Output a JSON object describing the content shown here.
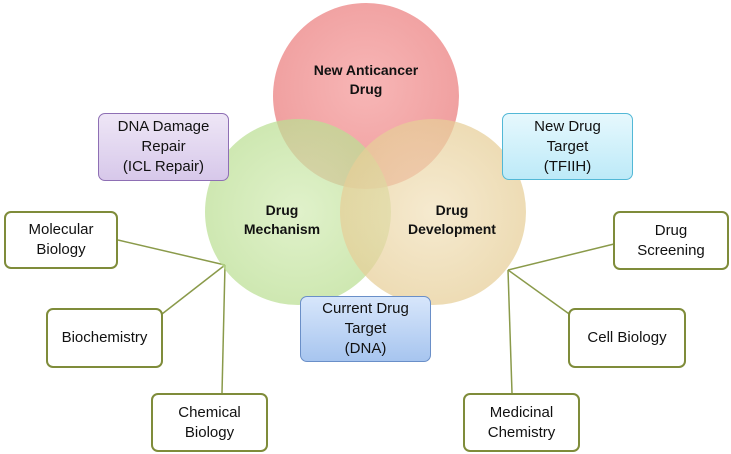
{
  "circles": {
    "top": "New Anticancer\nDrug",
    "left": "Drug\nMechanism",
    "right": "Drug\nDevelopment"
  },
  "colors": {
    "top_circle": "#f08a8a",
    "left_circle": "#b9e08f",
    "right_circle": "#e8cf96",
    "connector": "#8a9a4a"
  },
  "callouts": {
    "dna_damage_repair": "DNA Damage\nRepair\n(ICL Repair)",
    "new_drug_target": "New Drug\nTarget\n(TFIIH)",
    "current_drug_target": "Current Drug\nTarget\n(DNA)"
  },
  "fields": {
    "molecular_biology": "Molecular\nBiology",
    "biochemistry": "Biochemistry",
    "chemical_biology": "Chemical\nBiology",
    "drug_screening": "Drug\nScreening",
    "cell_biology": "Cell Biology",
    "medicinal_chemistry": "Medicinal\nChemistry"
  }
}
